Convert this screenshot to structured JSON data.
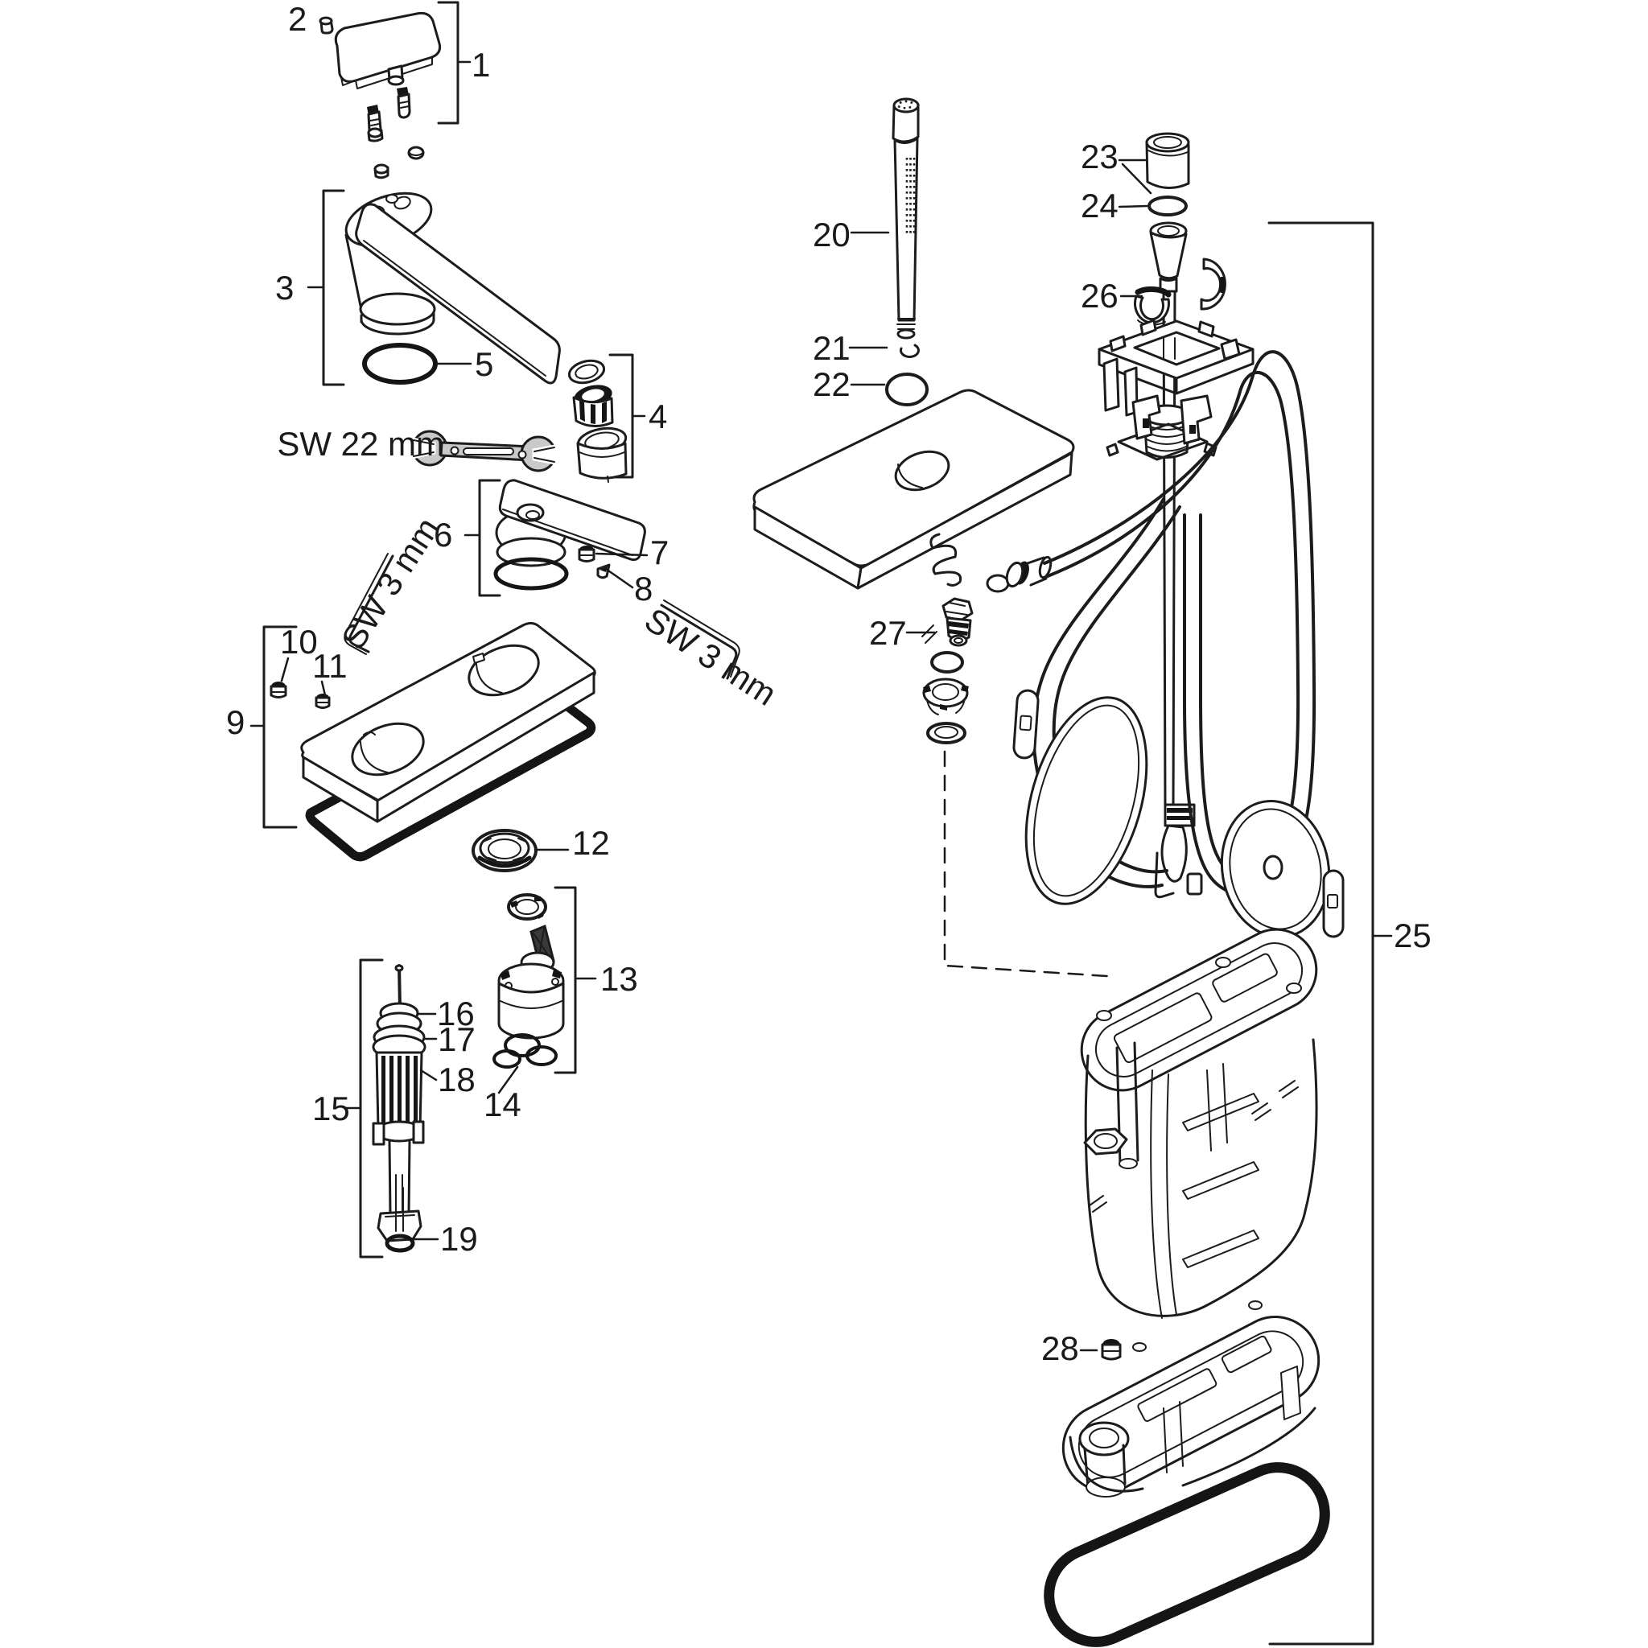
{
  "diagram": {
    "kind": "exploded-parts-diagram",
    "colors": {
      "line": "#1c1c1c",
      "seal_black": "#151515",
      "tool_fill": "#c9c9c9",
      "background": "#ffffff",
      "label_text": "#1a1a1a"
    },
    "labels": {
      "p1": "1",
      "p2": "2",
      "p3": "3",
      "p4": "4",
      "p5": "5",
      "p6": "6",
      "p7": "7",
      "p8": "8",
      "p9": "9",
      "p10": "10",
      "p11": "11",
      "p12": "12",
      "p13": "13",
      "p14": "14",
      "p15": "15",
      "p16": "16",
      "p17": "17",
      "p18": "18",
      "p19": "19",
      "p20": "20",
      "p21": "21",
      "p22": "22",
      "p23": "23",
      "p24": "24",
      "p25": "25",
      "p26": "26",
      "p27": "27",
      "p28": "28"
    },
    "tools": {
      "sw22": "SW 22 mm",
      "sw3": "SW 3 mm"
    }
  }
}
